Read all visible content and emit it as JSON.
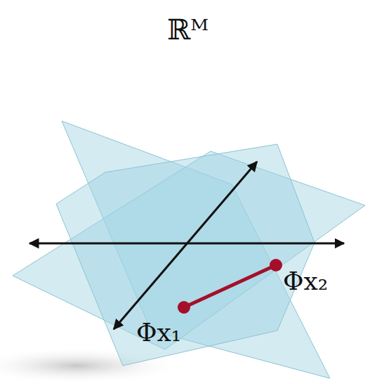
{
  "diagram": {
    "title": "ℝᴹ",
    "labels": [
      "Φx₂",
      "Φx₁"
    ]
  }
}
